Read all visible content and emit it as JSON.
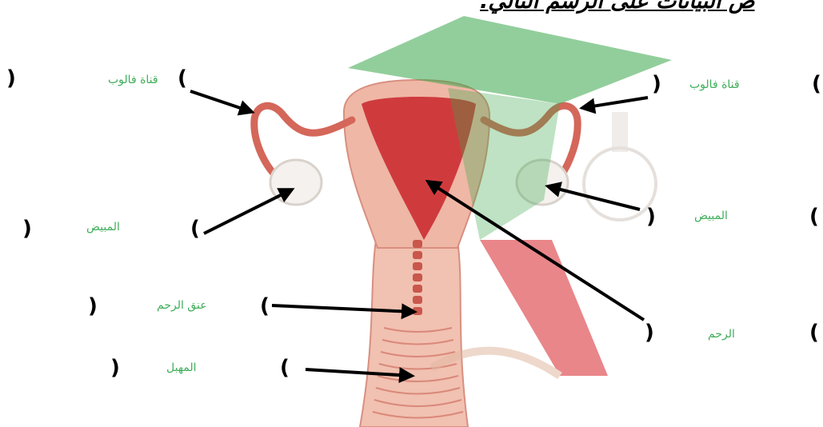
{
  "heading": "ص البيانات على الرسم التالي.",
  "labels": {
    "left_fallopian": "قناة فالوب",
    "left_ovary": "المبيض",
    "cervix": "عنق الرحم",
    "vagina": "المهبل",
    "right_fallopian": "قناة فالوب",
    "right_ovary": "المبيض",
    "uterus": "الرحم"
  },
  "brackets": {
    "open": "(",
    "close": ")"
  },
  "colors": {
    "label_green": "#3fae5a",
    "arrow": "#000000",
    "tissue": "#e9a99a",
    "tissue_dark": "#c9574b",
    "uterus_red": "#c9262a",
    "watermark_green": "#3aa64b",
    "watermark_red": "#d8232a"
  }
}
